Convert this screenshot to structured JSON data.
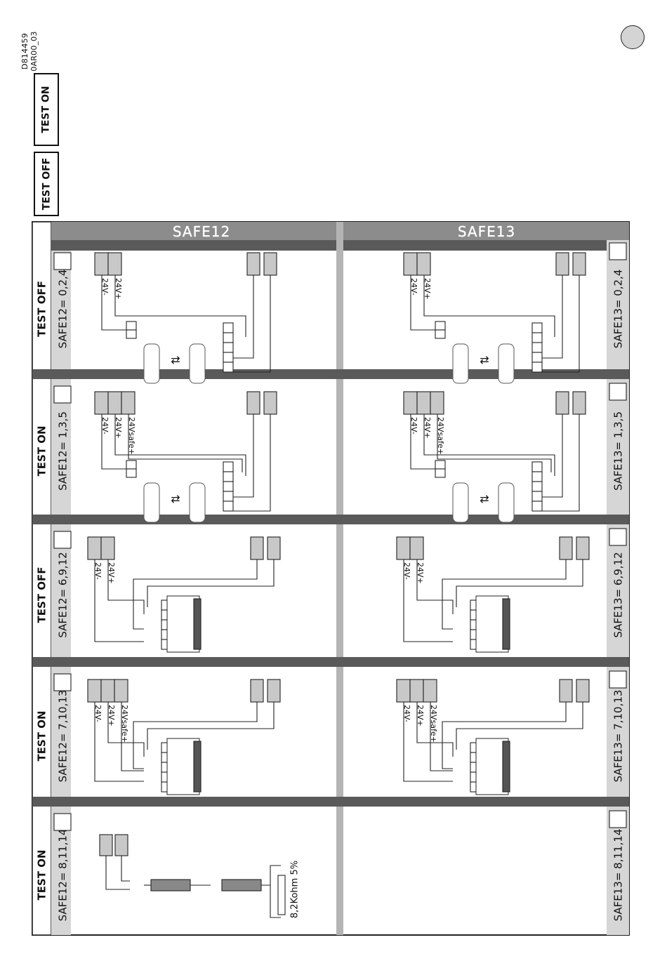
{
  "doc_code": "D814459 0AR00_03",
  "legend": {
    "test_on": "TEST ON",
    "test_off": "TEST OFF"
  },
  "columns": {
    "left_title": "SAFE12",
    "right_title": "SAFE13"
  },
  "rows": [
    {
      "mode": "TEST OFF",
      "left_setting": "SAFE12= 0,2,4",
      "right_setting": "SAFE13= 0,2,4"
    },
    {
      "mode": "TEST ON",
      "left_setting": "SAFE12= 1,3,5",
      "right_setting": "SAFE13= 1,3,5"
    },
    {
      "mode": "TEST OFF",
      "left_setting": "SAFE12= 6,9,12",
      "right_setting": "SAFE13= 6,9,12"
    },
    {
      "mode": "TEST ON",
      "left_setting": "SAFE12= 7,10,13",
      "right_setting": "SAFE13= 7,10,13"
    },
    {
      "mode": "TEST ON",
      "left_setting": "SAFE12= 8,11,14",
      "right_setting": "SAFE13= 8,11,14"
    }
  ],
  "terminals": {
    "neg": "24V-",
    "pos": "24V+",
    "safe": "24Vsafe+"
  },
  "resistor_label": "8,2Kohm 5%",
  "colors": {
    "frame": "#222222",
    "header_band": "#8c8c8c",
    "separator": "#5a5a5a",
    "setting_band": "#d6d6d6",
    "divider": "#b4b4b4",
    "edge": "#555555"
  }
}
